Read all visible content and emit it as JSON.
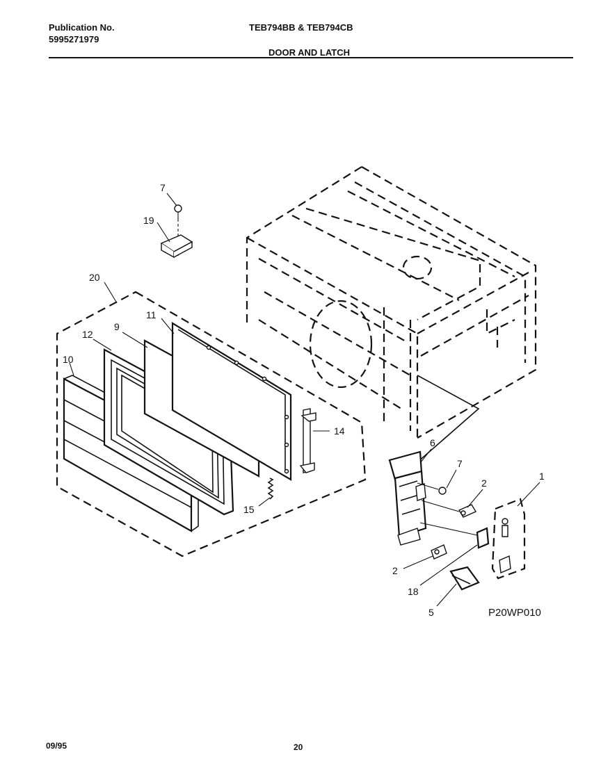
{
  "header": {
    "publication_label": "Publication No.",
    "publication_number": "5995271979",
    "models": "TEB794BB & TEB794CB",
    "section_title": "DOOR AND LATCH"
  },
  "footer": {
    "date": "09/95",
    "page_number": "20"
  },
  "diagram": {
    "figure_code": "P20WP010",
    "callouts": {
      "c7_top": "7",
      "c19": "19",
      "c20": "20",
      "c11": "11",
      "c9": "9",
      "c12": "12",
      "c10": "10",
      "c14": "14",
      "c15": "15",
      "c6": "6",
      "c7_right": "7",
      "c2_right": "2",
      "c1": "1",
      "c2_left": "2",
      "c18": "18",
      "c5": "5"
    }
  }
}
